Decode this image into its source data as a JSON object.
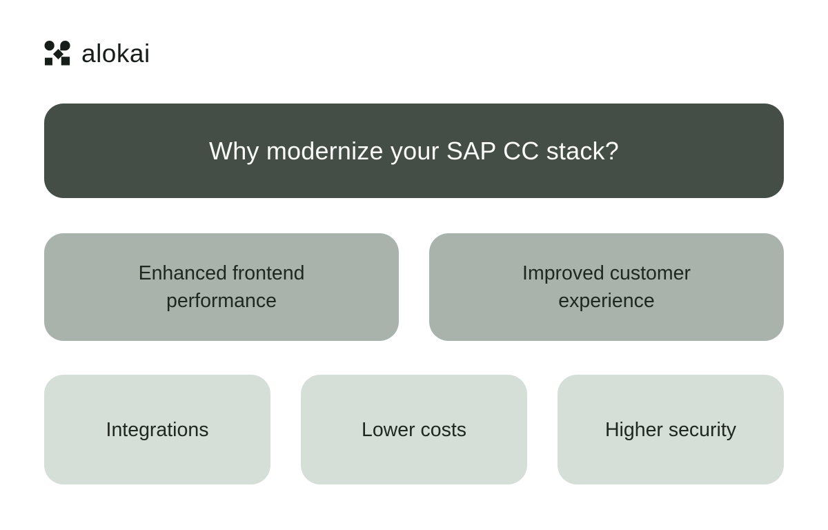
{
  "logo": {
    "brand": "alokai",
    "icon": "alokai-logo-mark"
  },
  "title_card": {
    "label": "Why modernize your SAP CC stack?"
  },
  "primary_cards": [
    {
      "label": "Enhanced frontend\nperformance"
    },
    {
      "label": "Improved customer\nexperience"
    }
  ],
  "secondary_cards": [
    {
      "label": "Integrations"
    },
    {
      "label": "Lower costs"
    },
    {
      "label": "Higher security"
    }
  ],
  "colors": {
    "page_bg": "#ffffff",
    "logo_color": "#171e19",
    "title_card_bg": "#454e46",
    "title_text": "#fafcfa",
    "primary_card_bg": "#a9b3ab",
    "secondary_card_bg": "#d5dfd8",
    "card_text": "#20271f"
  }
}
